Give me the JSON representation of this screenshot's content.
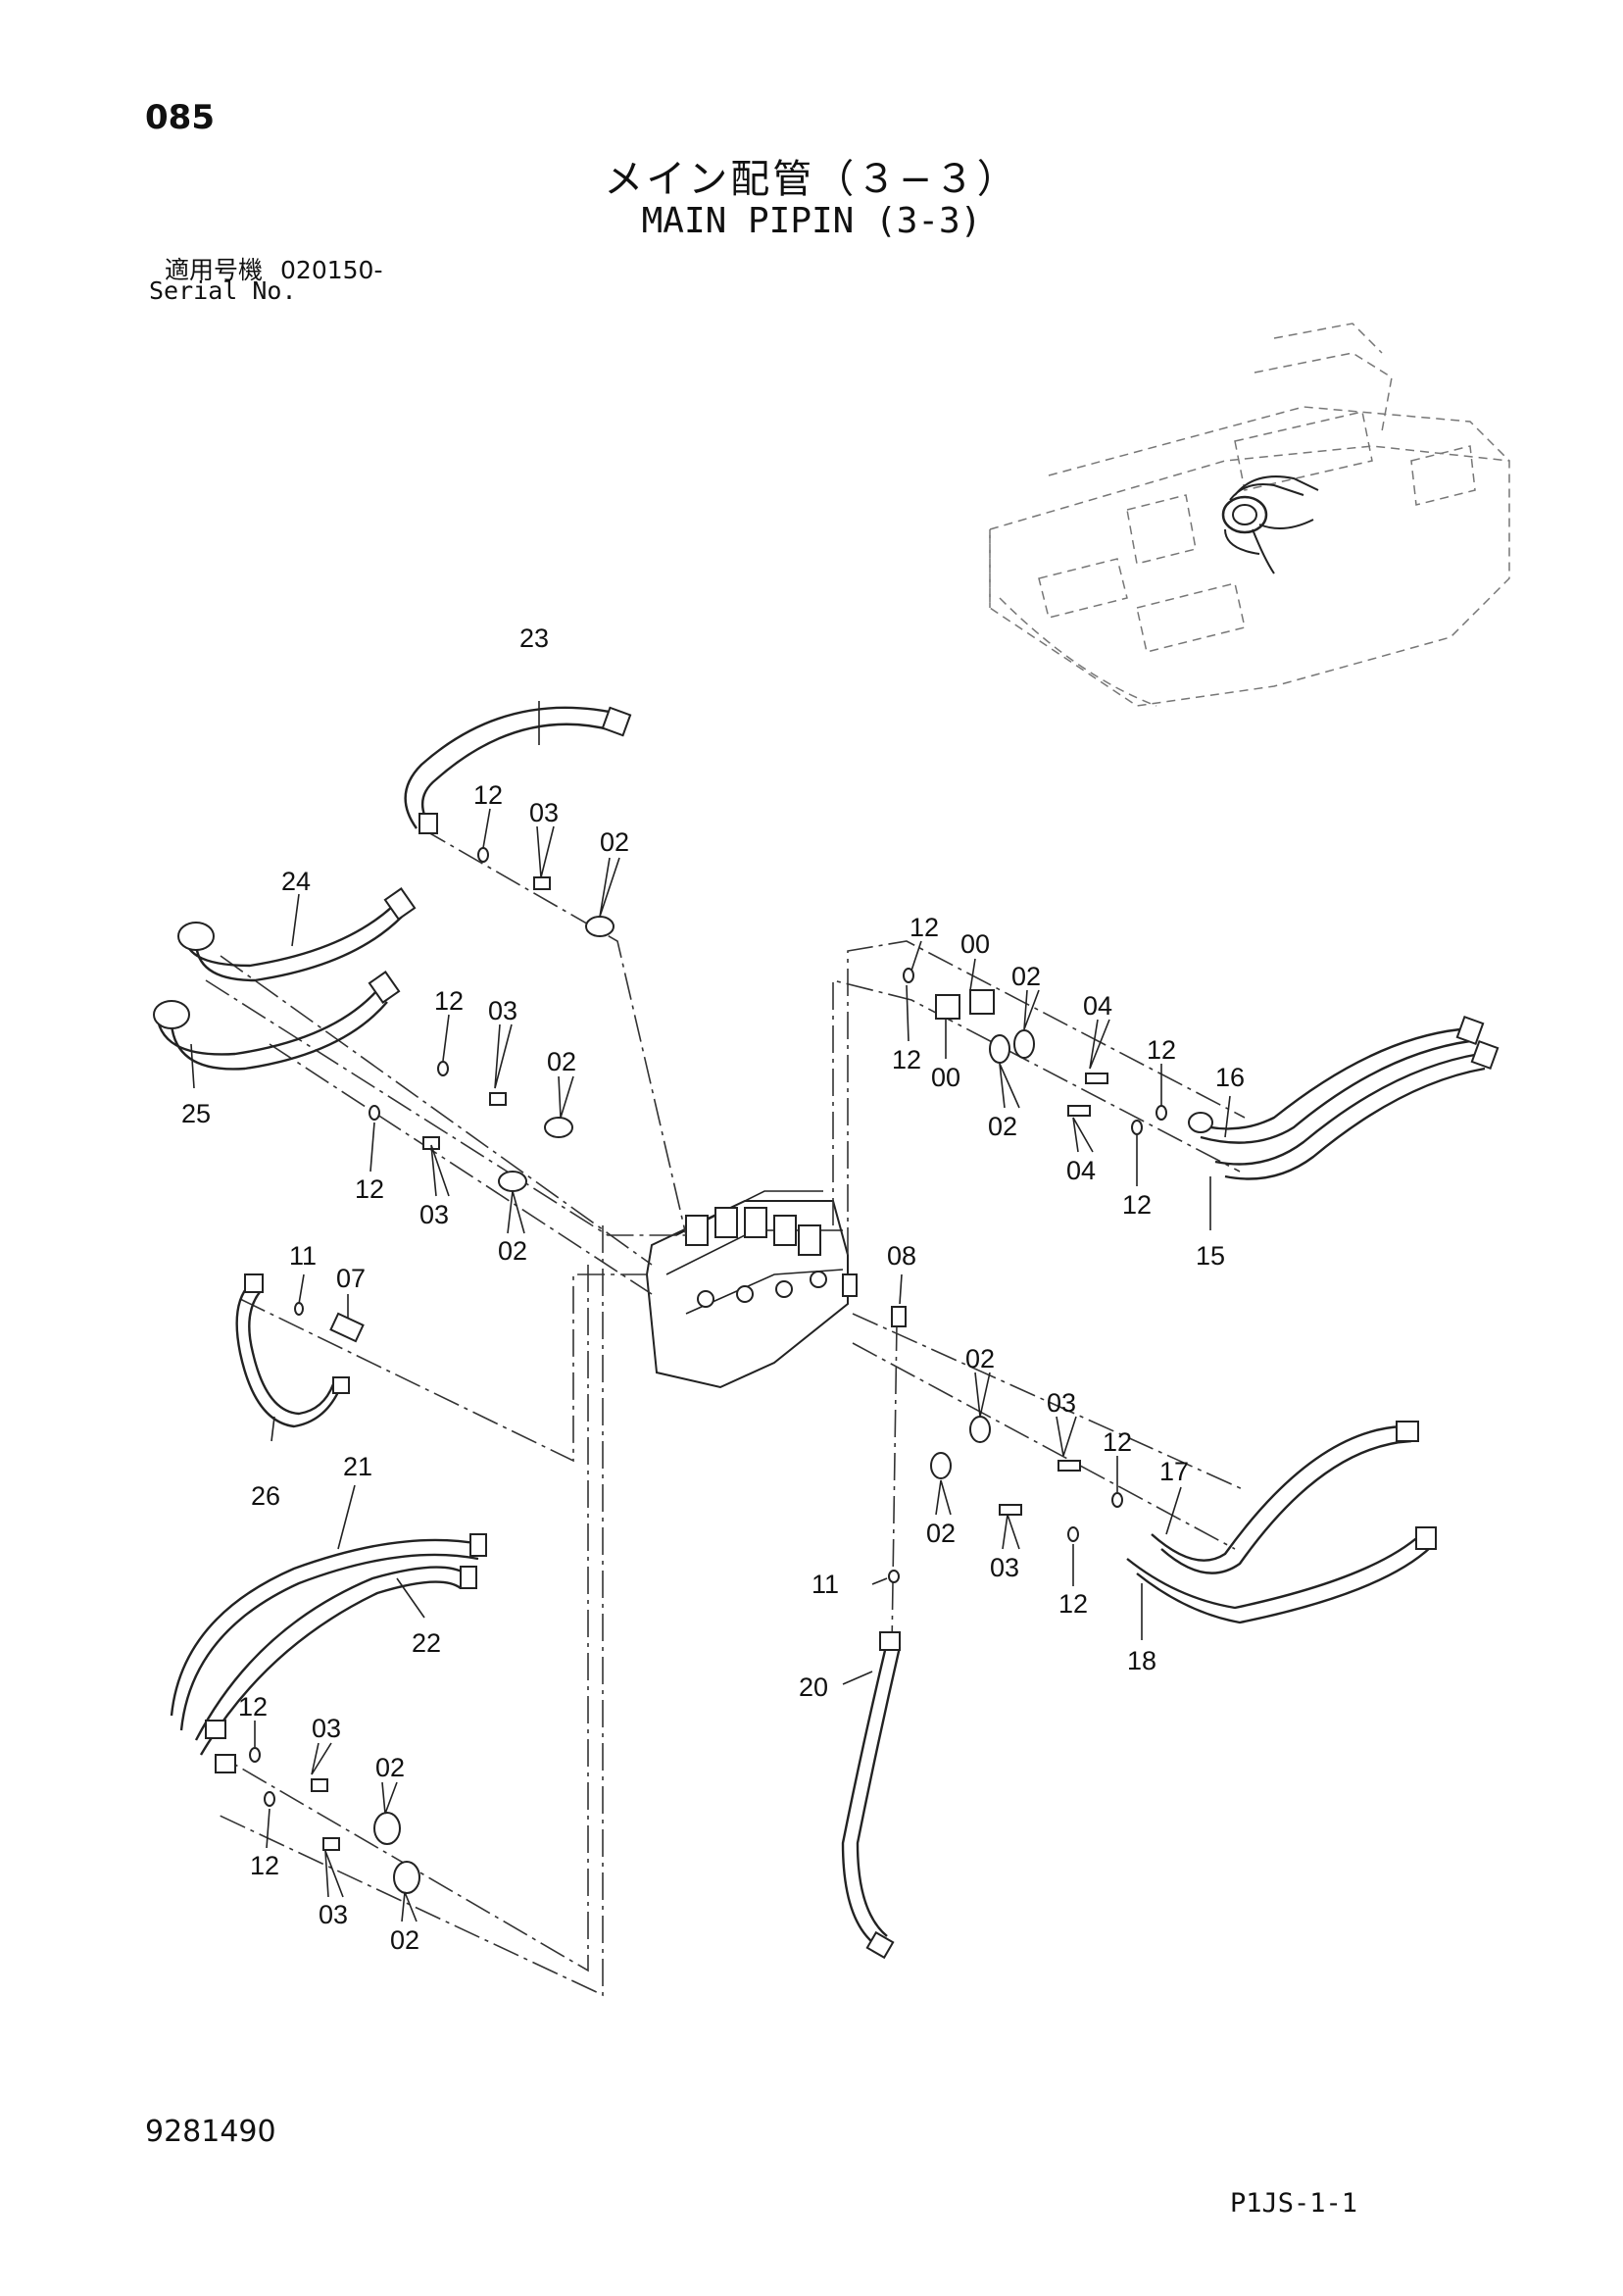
{
  "header": {
    "page_number": "085",
    "title_ja": "メイン配管（３−３）",
    "title_en": "MAIN PIPIN (3-3)",
    "serial_label_ja": "適用号機",
    "serial_value": "020150-",
    "serial_label_en": "Serial No."
  },
  "callouts": {
    "c23": "23",
    "c24": "24",
    "c25": "25",
    "c26": "26",
    "c21": "21",
    "c22": "22",
    "c20": "20",
    "c16": "16",
    "c15": "15",
    "c17": "17",
    "c18": "18",
    "c08": "08",
    "c11a": "11",
    "c11b": "11",
    "c07": "07",
    "c12a": "12",
    "c03a": "03",
    "c02a": "02",
    "c12b": "12",
    "c03b": "03",
    "c02b": "02",
    "c12c": "12",
    "c03c": "03",
    "c02c": "02",
    "c12d": "12",
    "c00a": "00",
    "c02d": "02",
    "c04a": "04",
    "c12e": "12",
    "c00b": "00",
    "c02e": "02",
    "c04b": "04",
    "c12f": "12",
    "c12g": "12",
    "c02f": "02",
    "c03f": "03",
    "c12h": "12",
    "c02g": "02",
    "c03g": "03",
    "c12i": "12",
    "c12j": "12",
    "c03j": "03",
    "c02j": "02",
    "c12k": "12",
    "c03k": "03",
    "c02k": "02"
  },
  "footer": {
    "doc_number": "9281490",
    "sheet_code": "P1JS-1-1"
  }
}
